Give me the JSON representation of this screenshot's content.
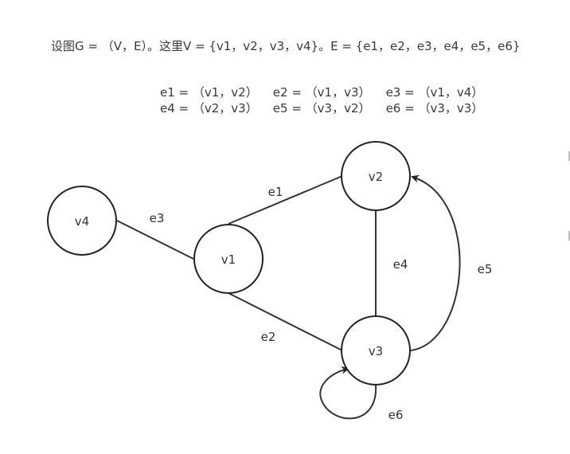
{
  "header": {
    "definition": "设图G = （V，E）。这里V = {v1，v2，v3，v4}。E = {e1，e2，e3，e4，e5，e6}"
  },
  "edge_definitions": {
    "row1": "e1 = （v1，v2）    e2 = （v1，v3）    e3 = （v1，v4）",
    "row2": "e4 = （v2，v3）    e5 = （v3，v2）    e6 = （v3，v3）"
  },
  "graph": {
    "nodes": [
      {
        "id": "v1",
        "label": "v1"
      },
      {
        "id": "v2",
        "label": "v2"
      },
      {
        "id": "v3",
        "label": "v3"
      },
      {
        "id": "v4",
        "label": "v4"
      }
    ],
    "edges": [
      {
        "id": "e1",
        "label": "e1",
        "from": "v1",
        "to": "v2",
        "directed": false
      },
      {
        "id": "e2",
        "label": "e2",
        "from": "v1",
        "to": "v3",
        "directed": false
      },
      {
        "id": "e3",
        "label": "e3",
        "from": "v1",
        "to": "v4",
        "directed": false
      },
      {
        "id": "e4",
        "label": "e4",
        "from": "v2",
        "to": "v3",
        "directed": false
      },
      {
        "id": "e5",
        "label": "e5",
        "from": "v3",
        "to": "v2",
        "directed": true
      },
      {
        "id": "e6",
        "label": "e6",
        "from": "v3",
        "to": "v3",
        "directed": true
      }
    ]
  }
}
